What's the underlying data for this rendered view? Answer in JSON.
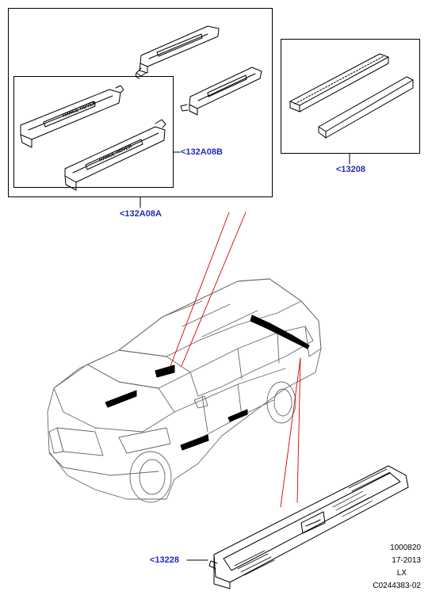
{
  "callouts": {
    "main_group": "<132A08A",
    "sub_group": "<132A08B",
    "sill_strips": "<13208",
    "rear_plate": "<13228"
  },
  "plate_text": {
    "front_left": "RANGE ROVER",
    "front_right": "RANGE ROVER"
  },
  "footer": {
    "date_code": "1000820",
    "year_code": "17-2013",
    "region": "LX",
    "drawing_id": "C0244383-02"
  },
  "colors": {
    "callout_text": "#1f2bb5",
    "leader_line": "#d40000",
    "outline": "#000000",
    "vehicle_stroke": "#666666"
  }
}
